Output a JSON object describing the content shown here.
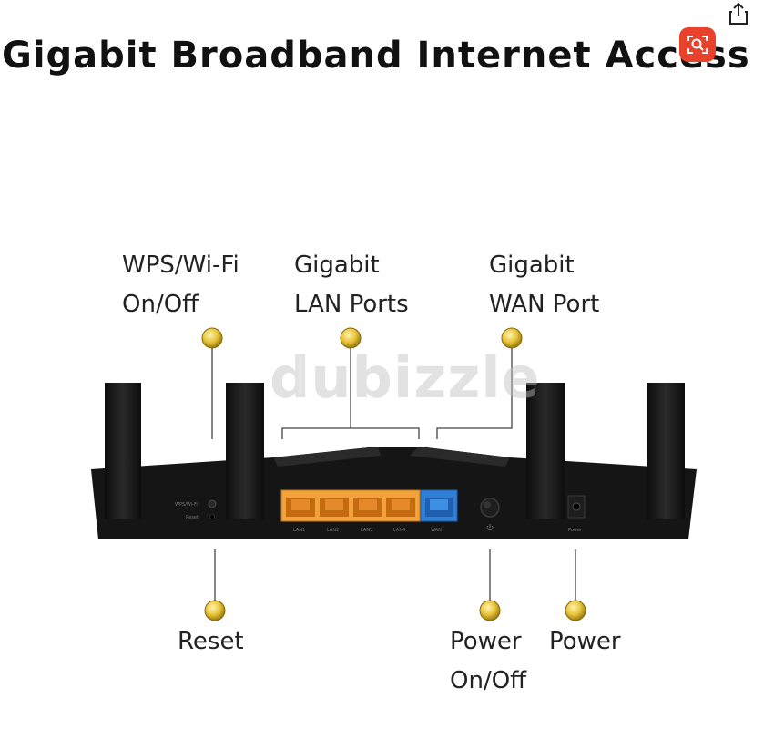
{
  "header": {
    "title": "Gigabit Broadband Internet Access"
  },
  "toolbar": {
    "share_icon": "share-icon",
    "lens_icon": "visual-search-icon",
    "lens_color": "#e8412c"
  },
  "watermark": {
    "text": "dubizzle"
  },
  "callouts": {
    "wps": {
      "line1": "WPS/Wi-Fi",
      "line2": "On/Off"
    },
    "lan": {
      "line1": "Gigabit",
      "line2": "LAN Ports"
    },
    "wan": {
      "line1": "Gigabit",
      "line2": "WAN Port"
    },
    "reset": {
      "line1": "Reset"
    },
    "power_switch": {
      "line1": "Power",
      "line2": "On/Off"
    },
    "power": {
      "line1": "Power"
    }
  },
  "router": {
    "panel_labels": {
      "wps": "WPS/Wi-Fi",
      "reset": "Reset",
      "lan1": "LAN1",
      "lan2": "LAN2",
      "lan3": "LAN3",
      "lan4": "LAN4",
      "wan": "WAN",
      "power": "Power"
    },
    "colors": {
      "body": "#141414",
      "lan_ports": "#f2a23a",
      "wan_port": "#2f7fd6",
      "marker": "#e8c53a"
    }
  }
}
